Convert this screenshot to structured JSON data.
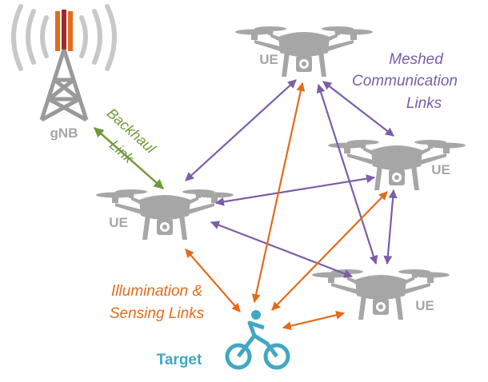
{
  "nodes": {
    "gnb": {
      "label": "gNB"
    },
    "ue_left": {
      "label": "UE"
    },
    "ue_top": {
      "label": "UE"
    },
    "ue_right": {
      "label": "UE"
    },
    "ue_bottom": {
      "label": "UE"
    },
    "target": {
      "label": "Target"
    }
  },
  "labels": {
    "meshed_line1": "Meshed",
    "meshed_line2": "Communication",
    "meshed_line3": "Links",
    "backhaul_line1": "Backhaul",
    "backhaul_line2": "Link",
    "illumination_line1": "Illumination &",
    "illumination_line2": "Sensing Links"
  },
  "colors": {
    "mesh": "#7b5ea7",
    "sensing": "#e36c1b",
    "backhaul": "#6f9a3a",
    "drone": "#a6a6a6",
    "target": "#41a7c2",
    "tower": "#9a9a9a",
    "antenna": "#e36c1b"
  },
  "icons": {
    "gnb": "cell-tower-icon",
    "ue": "quadcopter-drone-icon",
    "target": "cyclist-icon"
  }
}
